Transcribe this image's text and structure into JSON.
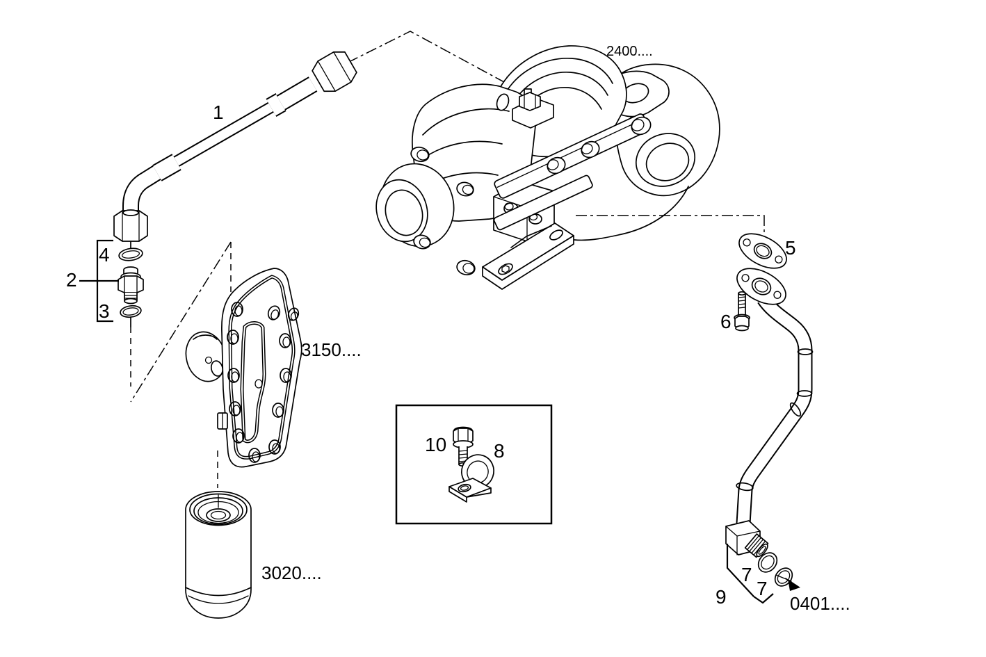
{
  "colors": {
    "line": "#000000",
    "background": "#ffffff"
  },
  "callouts": {
    "p1": "1",
    "p2": "2",
    "p3": "3",
    "p4": "4",
    "p5": "5",
    "p6": "6",
    "p7a": "7",
    "p7b": "7",
    "p8": "8",
    "p9": "9",
    "p10": "10"
  },
  "assembly_refs": {
    "turbocharger": "2400....",
    "heat_exchanger": "3150....",
    "oil_filter": "3020....",
    "crankcase": "0401...."
  }
}
